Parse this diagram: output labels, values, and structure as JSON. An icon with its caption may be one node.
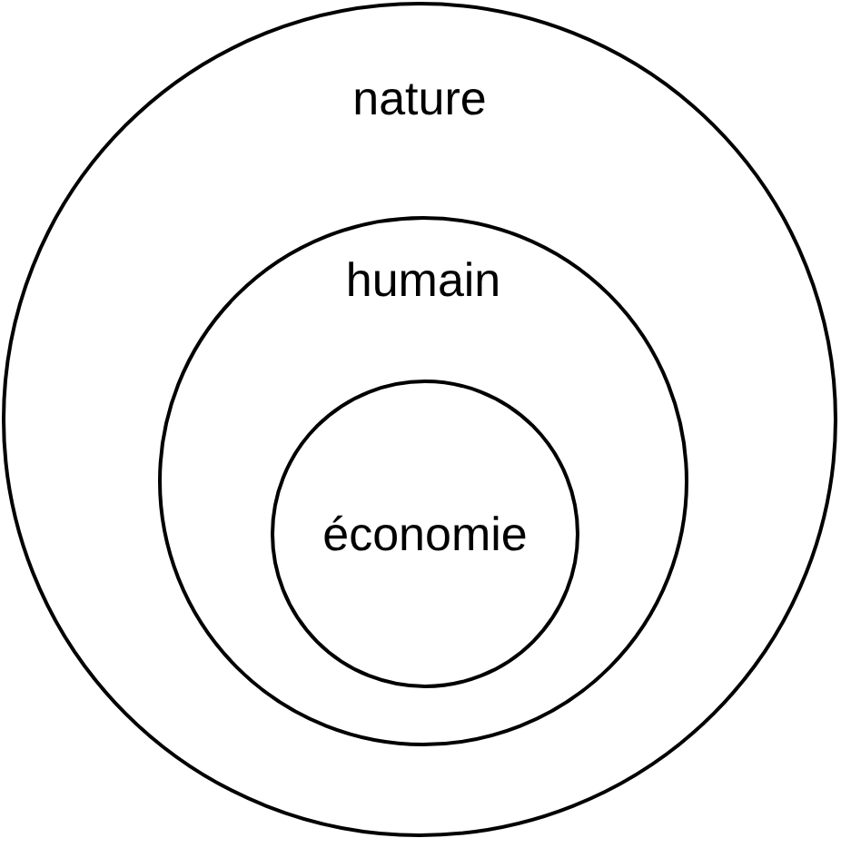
{
  "diagram": {
    "nodes": [
      {
        "text": [
          "nature"
        ]
      },
      {
        "text": [
          "humain"
        ],
        "in": 0
      },
      {
        "text": [
          "économie"
        ],
        "in": 1
      }
    ]
  }
}
